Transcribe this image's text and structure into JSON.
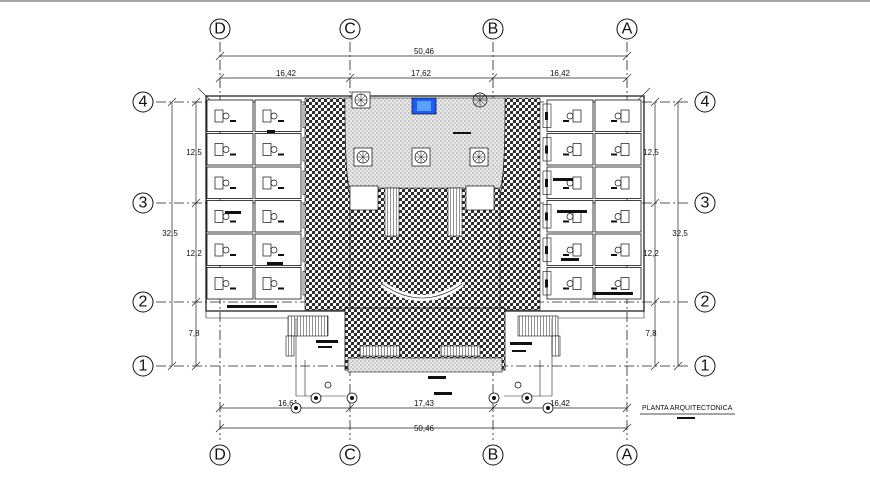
{
  "axes": {
    "columns": [
      "D",
      "C",
      "B",
      "A"
    ],
    "rows": [
      "4",
      "3",
      "2",
      "1"
    ]
  },
  "dimensions": {
    "top_total": "50,46",
    "top_segments": [
      "16,42",
      "17,62",
      "16,42"
    ],
    "bottom_total": "50,46",
    "bottom_segments": [
      "16,61",
      "17,43",
      "16,42"
    ],
    "left_total": "32,5",
    "left_segments": [
      "12,5",
      "12,2",
      "7,8"
    ],
    "right_total": "32,5",
    "right_segments": [
      "12,5",
      "12,2",
      "7,8"
    ]
  },
  "drawing_title": "PLANTA ARQUITECTONICA",
  "colors": {
    "line": "#111111",
    "hatch": "#2a2a2a",
    "accent": "#1a5cff"
  }
}
